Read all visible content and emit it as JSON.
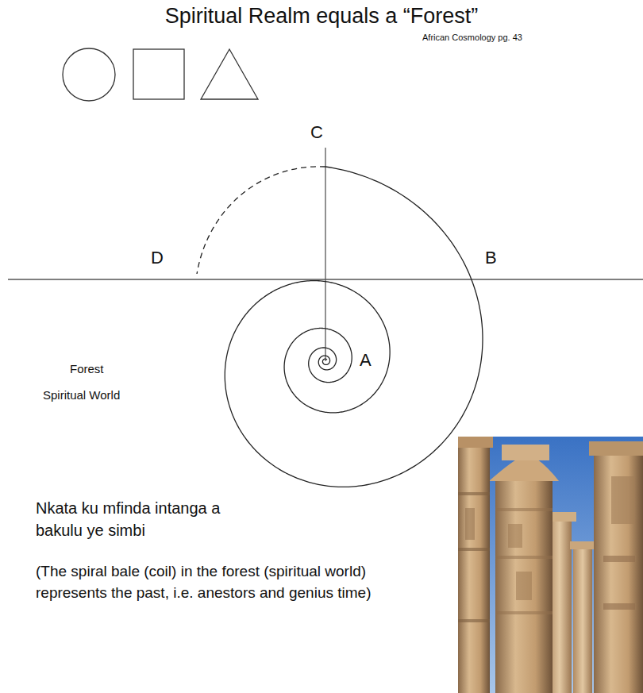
{
  "diagram": {
    "title": "Spiritual Realm equals a “Forest”",
    "labels": [
      "African Cosmology pg. 43",
      "C",
      "D",
      "B",
      "A",
      "Forest",
      "Spiritual World",
      "Nkata ku mfinda intanga a bakulu ye simbi",
      "(The spiral bale (coil) in the forest (spiritual world) represents the past, i.e. anestors and genius time)"
    ]
  }
}
